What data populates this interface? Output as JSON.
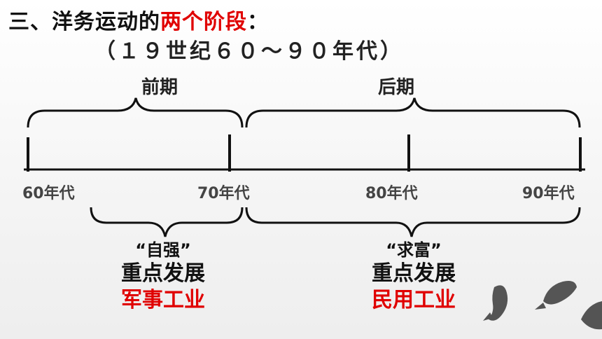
{
  "heading": {
    "prefix": "三、洋务运动的",
    "highlight": "两个阶段",
    "suffix": "：",
    "subtitle": "（１９世纪６０～９０年代）"
  },
  "timeline": {
    "periods": [
      {
        "label": "前期"
      },
      {
        "label": "后期"
      }
    ],
    "ticks": [
      "60年代",
      "70年代",
      "80年代",
      "90年代"
    ]
  },
  "phases": [
    {
      "slogan": "“自强”",
      "focus": "重点发展",
      "area": "军事工业"
    },
    {
      "slogan": "“求富”",
      "focus": "重点发展",
      "area": "民用工业"
    }
  ],
  "colors": {
    "highlight": "#e00000",
    "text": "#111111",
    "line": "#111111"
  },
  "decoration": {
    "icon": "koi-fish-ink-painting-icon"
  }
}
